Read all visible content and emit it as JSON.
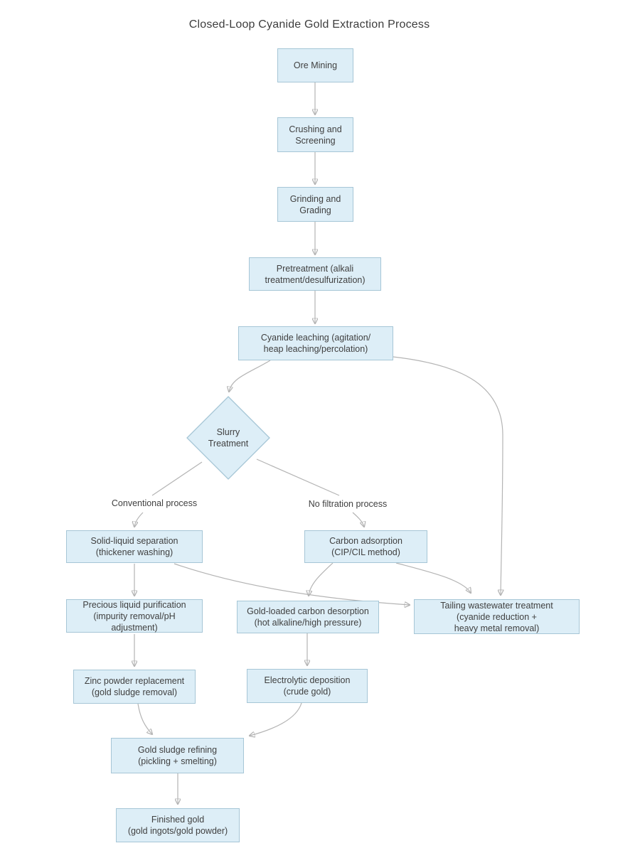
{
  "title": "Closed-Loop Cyanide Gold Extraction Process",
  "diagram": {
    "type": "flowchart",
    "colors": {
      "node_fill": "#ddeef7",
      "node_border": "#a6c6d6",
      "connector": "#b4b4b4",
      "arrowhead": "#9e9e9e",
      "text": "#404040"
    },
    "nodes": {
      "ore_mining": {
        "label": "Ore Mining",
        "shape": "rect"
      },
      "crushing": {
        "label": "Crushing and\nScreening",
        "shape": "rect"
      },
      "grinding": {
        "label": "Grinding and\nGrading",
        "shape": "rect"
      },
      "pretreatment": {
        "label": "Pretreatment (alkali\ntreatment/desulfurization)",
        "shape": "rect"
      },
      "cyanide_leaching": {
        "label": "Cyanide leaching (agitation/\nheap leaching/percolation)",
        "shape": "rect"
      },
      "slurry_treatment": {
        "label": "Slurry\nTreatment",
        "shape": "diamond"
      },
      "solid_liquid": {
        "label": "Solid-liquid separation\n(thickener washing)",
        "shape": "rect"
      },
      "carbon_adsorption": {
        "label": "Carbon adsorption\n(CIP/CIL method)",
        "shape": "rect"
      },
      "precious_liquid": {
        "label": "Precious liquid purification\n(impurity removal/pH\nadjustment)",
        "shape": "rect"
      },
      "gold_loaded_desorption": {
        "label": "Gold-loaded carbon desorption\n(hot alkaline/high pressure)",
        "shape": "rect"
      },
      "tailing_treatment": {
        "label": "Tailing wastewater treatment\n(cyanide reduction +\nheavy metal removal)",
        "shape": "rect"
      },
      "zinc_replacement": {
        "label": "Zinc powder replacement\n(gold sludge removal)",
        "shape": "rect"
      },
      "electrolytic_deposition": {
        "label": "Electrolytic deposition\n(crude gold)",
        "shape": "rect"
      },
      "gold_sludge_refining": {
        "label": "Gold sludge refining\n(pickling + smelting)",
        "shape": "rect"
      },
      "finished_gold": {
        "label": "Finished gold\n(gold ingots/gold powder)",
        "shape": "rect"
      }
    },
    "edge_labels": {
      "conventional": "Conventional process",
      "no_filtration": "No filtration process"
    },
    "edges": [
      "ore_mining -> crushing",
      "crushing -> grinding",
      "grinding -> pretreatment",
      "pretreatment -> cyanide_leaching",
      "cyanide_leaching -> slurry_treatment",
      "cyanide_leaching -> tailing_treatment",
      "slurry_treatment -> solid_liquid (Conventional process)",
      "slurry_treatment -> carbon_adsorption (No filtration process)",
      "solid_liquid -> precious_liquid",
      "solid_liquid -> tailing_treatment",
      "carbon_adsorption -> gold_loaded_desorption",
      "carbon_adsorption -> tailing_treatment",
      "precious_liquid -> zinc_replacement",
      "gold_loaded_desorption -> electrolytic_deposition",
      "zinc_replacement -> gold_sludge_refining",
      "electrolytic_deposition -> gold_sludge_refining",
      "gold_sludge_refining -> finished_gold"
    ]
  }
}
